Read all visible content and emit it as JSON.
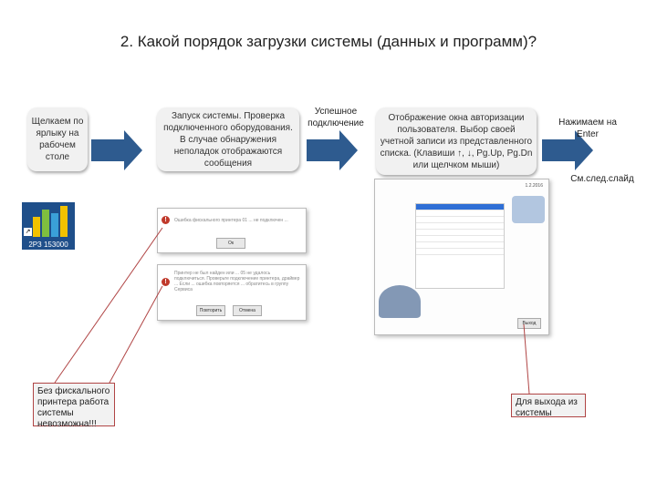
{
  "title": "2. Какой порядок загрузки системы (данных и программ)?",
  "steps": {
    "shortcut": "Щелкаем по ярлыку на рабочем столе",
    "startup": "Запуск системы. Проверка подключенного оборудования. В случае обнаружения неполадок отображаются сообщения",
    "success": "Успешное подключение",
    "auth": "Отображение окна авторизации пользователя. Выбор своей учетной записи из представленного списка. (Клавиши ↑, ↓, Pg.Up, Pg.Dn или щелчком мыши)",
    "enter": "Нажимаем на Enter",
    "next_slide": "См.след.слайд"
  },
  "app_icon": {
    "label": "2РЗ 153000"
  },
  "dialogs": {
    "first_text": "Ошибка фискального принтера 01 ... не подключен ...",
    "first_button": "Ок",
    "second_text": "Принтер не был найден или ... 05 не удалось подключиться. Проверьте подключение принтера, драйвер ... Если ... ошибка повторяется ... обратитесь в группу Сервиса",
    "second_btn_retry": "Повторить",
    "second_btn_cancel": "Отмена"
  },
  "login_screen": {
    "version": "1.2.2016",
    "exit_button": "Выход"
  },
  "callouts": {
    "no_printer": "Без фискального принтера работа системы невозможна!!!",
    "exit": "Для выхода из системы"
  },
  "colors": {
    "arrow": "#2e5b8f",
    "callout_line": "#b04545",
    "step_bg": "#f1f1f1"
  }
}
